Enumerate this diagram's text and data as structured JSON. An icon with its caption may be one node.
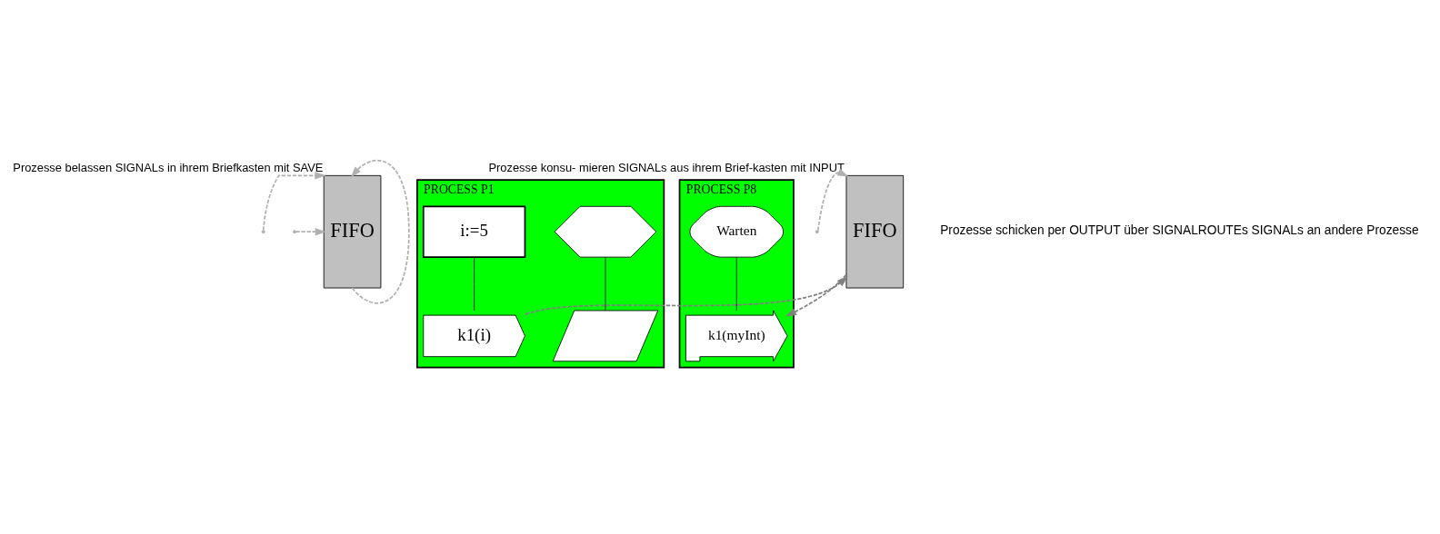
{
  "diagram": {
    "nodes": [
      {
        "text": [
          "FIFO"
        ],
        "beside": [
          "Prozesse belassen SIGNALs in ihrem Briefkasten mit SAVE"
        ]
      },
      {
        "text": [
          "PROCESS P1"
        ]
      },
      {
        "text": [],
        "shape": "hexagon",
        "in": 1
      },
      {
        "text": [],
        "shape": "parallelogram",
        "in": 1
      },
      {
        "text": [
          "i:=5"
        ],
        "in": 1
      },
      {
        "text": [
          "k1(i)"
        ],
        "in": 1
      },
      {
        "text": [
          "FIFO"
        ],
        "beside": [
          "Prozesse konsu- mieren SIGNALs aus ihrem Brief-kasten mit INPUT"
        ]
      },
      {
        "text": [
          "PROCESS P8"
        ]
      },
      {
        "text": [
          "Warten"
        ],
        "in": 7
      },
      {
        "text": [
          "k1(myInt)"
        ],
        "in": 7
      }
    ],
    "edges": [
      {
        "from": null,
        "to": 0,
        "arrow": "to",
        "style": "dashed",
        "color": "#b0b0b0"
      },
      {
        "from": null,
        "to": 0,
        "arrow": "to",
        "style": "dashed",
        "color": "#b0b0b0"
      },
      {
        "from": 0,
        "to": 0,
        "arrow": "to",
        "style": "dashed",
        "color": "#b0b0b0"
      },
      {
        "from": 2,
        "to": 3,
        "arrow": "none",
        "color": "#000000"
      },
      {
        "from": 4,
        "to": 5,
        "arrow": "none",
        "color": "#000000"
      },
      {
        "from": 5,
        "to": 6,
        "arrow": "to",
        "style": "dashed",
        "color": "#808080"
      },
      {
        "from": null,
        "to": 6,
        "arrow": "to",
        "style": "dashed",
        "color": "#b0b0b0"
      },
      {
        "from": 6,
        "to": 9,
        "arrow": "to",
        "style": "dashed",
        "color": "#808080"
      },
      {
        "from": 8,
        "to": 9,
        "arrow": "none",
        "color": "#000000"
      }
    ],
    "labels": [
      "Prozesse schicken per OUTPUT über SIGNALROUTEs SIGNALs an andere Prozesse"
    ]
  }
}
